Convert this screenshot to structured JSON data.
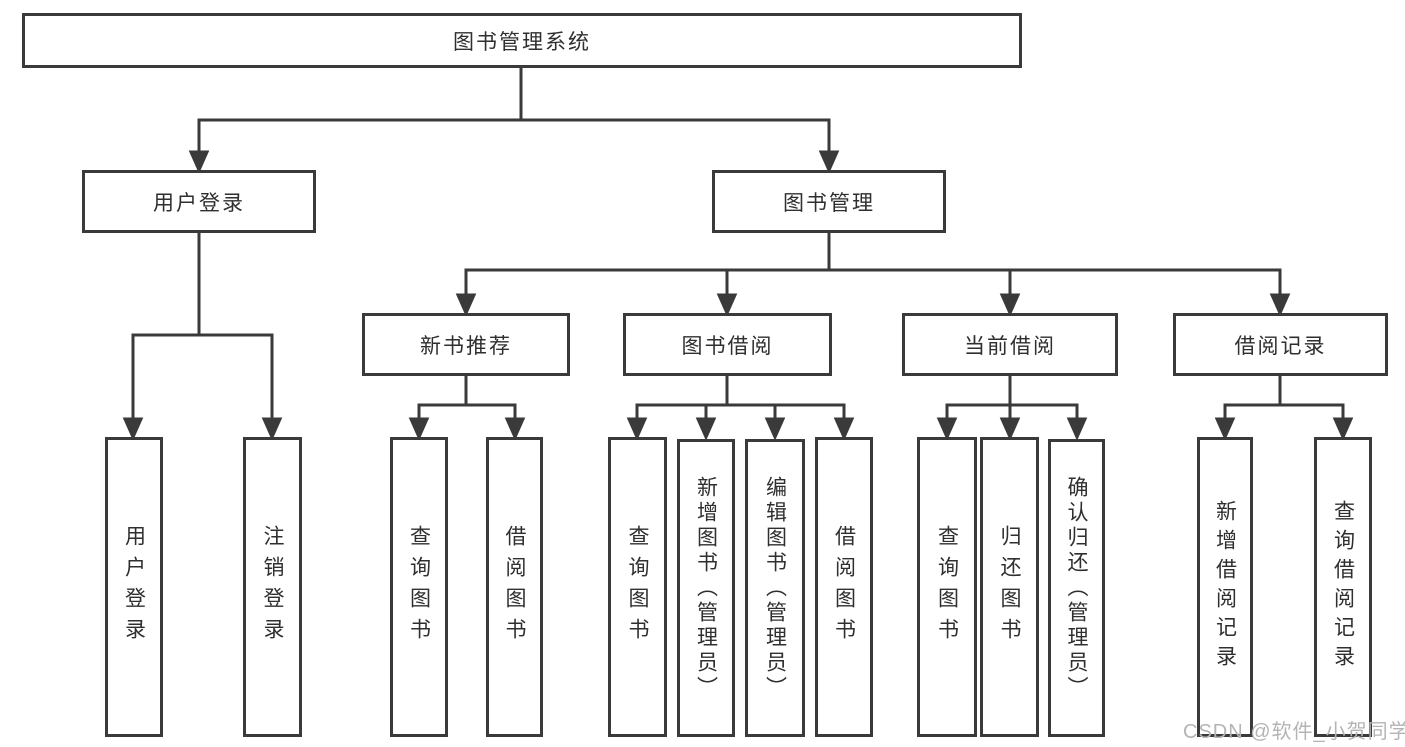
{
  "colors": {
    "line": "#3a3a3a",
    "box_border": "#3a3a3a",
    "text": "#2f2f2f",
    "watermark": "#b4b4b4",
    "background": "#ffffff"
  },
  "watermark": {
    "text": "CSDN @软件_小贺同学"
  },
  "diagram": {
    "root": {
      "label": "图书管理系统"
    },
    "level2": {
      "user_login": {
        "label": "用户登录"
      },
      "book_management": {
        "label": "图书管理"
      }
    },
    "level3": {
      "new_book_recommend": {
        "label": "新书推荐"
      },
      "book_borrowing": {
        "label": "图书借阅"
      },
      "current_borrowing": {
        "label": "当前借阅"
      },
      "borrowing_records": {
        "label": "借阅记录"
      }
    },
    "leaves": {
      "user_login": {
        "label": "用户登录"
      },
      "logout": {
        "label": "注销登录"
      },
      "nb_query_books": {
        "label": "查询图书"
      },
      "nb_borrow_books": {
        "label": "借阅图书"
      },
      "bb_query_books": {
        "label": "查询图书"
      },
      "bb_add_books": {
        "label": "新增图书（管理员）"
      },
      "bb_edit_books": {
        "label": "编辑图书（管理员）"
      },
      "bb_borrow_books": {
        "label": "借阅图书"
      },
      "cb_query_books": {
        "label": "查询图书"
      },
      "cb_return_books": {
        "label": "归还图书"
      },
      "cb_confirm_return": {
        "label": "确认归还（管理员）"
      },
      "br_add_record": {
        "label": "新增借阅记录"
      },
      "br_query_record": {
        "label": "查询借阅记录"
      }
    }
  }
}
